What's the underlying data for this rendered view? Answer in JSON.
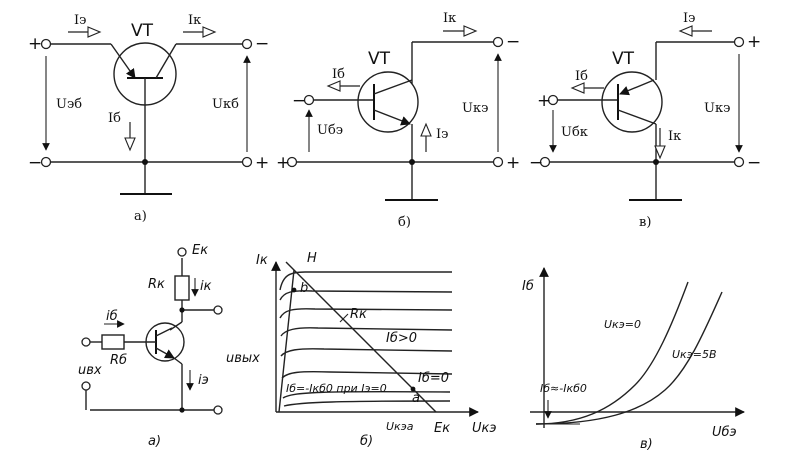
{
  "diagram_a": {
    "transistor": "VT",
    "emitter_current": "Iэ",
    "collector_current": "Iк",
    "base_current": "Iб",
    "input_voltage": "Uэб",
    "output_voltage": "Uкб",
    "plus_left": "+",
    "minus_left": "−",
    "minus_right": "−",
    "plus_right": "+",
    "caption": "а)"
  },
  "diagram_b": {
    "transistor": "VT",
    "collector_current": "Iк",
    "base_current": "Iб",
    "emitter_current": "Iэ",
    "input_voltage": "Uбэ",
    "output_voltage": "Uкэ",
    "minus_left": "−",
    "plus_left": "+",
    "minus_right": "−",
    "plus_right": "+",
    "caption": "б)"
  },
  "diagram_c": {
    "transistor": "VT",
    "emitter_current": "Iэ",
    "base_current": "Iб",
    "collector_current": "Iк",
    "input_voltage": "Uбк",
    "output_voltage": "Uкэ",
    "plus_left": "+",
    "minus_left": "−",
    "plus_right": "+",
    "minus_right": "−",
    "caption": "в)"
  },
  "circuit_d": {
    "supply": "Eк",
    "collector_resistor": "Rк",
    "collector_current": "iк",
    "base_current": "iб",
    "base_resistor": "Rб",
    "input_voltage": "uвх",
    "output_voltage": "uвых",
    "emitter_current": "iэ",
    "caption": "а)"
  },
  "graph_e": {
    "y_axis": "Iк",
    "point_h": "H",
    "point_b": "b",
    "load_line": "Rк",
    "curve_label_pos": "Iб>0",
    "curve_label_zero": "Iб=0",
    "cutoff_note": "Iб=-Iкб0 при Iэ=0",
    "point_a": "a",
    "x_point_uka": "Uкэа",
    "x_point_ek": "Eк",
    "x_axis": "Uкэ",
    "caption": "б)"
  },
  "graph_f": {
    "y_axis": "Iб",
    "curve1": "Uкэ=0",
    "curve2": "Uкэ=5В",
    "offset_note": "Iб≈-Iкб0",
    "x_axis": "Uбэ",
    "caption": "в)"
  }
}
